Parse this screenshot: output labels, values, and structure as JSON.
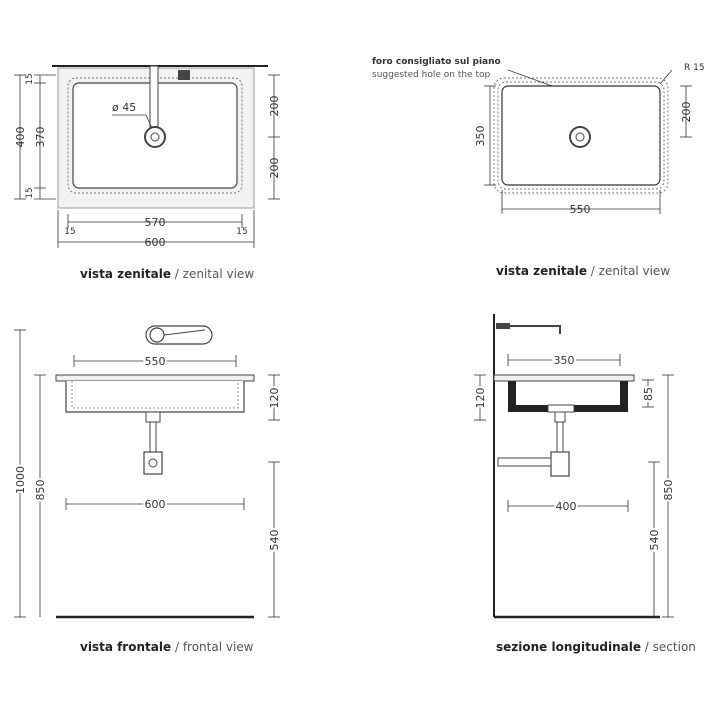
{
  "views": {
    "top_left": {
      "dim_hole_diameter": "ø 45",
      "dim_total_depth": "400",
      "dim_inner_depth": "370",
      "dim_margin_top": "15",
      "dim_margin_bottom": "15",
      "dim_half_upper": "200",
      "dim_half_lower": "200",
      "dim_inner_width": "570",
      "dim_margin_left": "15",
      "dim_margin_right": "15",
      "dim_total_width": "600",
      "caption_it": "vista zenitale",
      "caption_en": "zenital view"
    },
    "top_right": {
      "note_it": "foro consigliato sul piano",
      "note_en": "suggested hole on the top",
      "dim_radius": "R 15",
      "dim_half": "200",
      "dim_depth": "350",
      "dim_width": "550",
      "caption_it": "vista zenitale",
      "caption_en": "zenital view"
    },
    "front": {
      "dim_inner_width": "550",
      "dim_height_bowl": "120",
      "dim_total_height": "1000",
      "dim_top_height": "850",
      "dim_width": "600",
      "dim_floor_height": "540",
      "caption_it": "vista frontale",
      "caption_en": "frontal view"
    },
    "section": {
      "dim_inner_width": "350",
      "dim_bowl_height": "120",
      "dim_inner_height": "85",
      "dim_width": "400",
      "dim_floor_height": "540",
      "dim_top_height": "850",
      "caption_it": "sezione longitudinale",
      "caption_en": "section"
    }
  },
  "caption_separator": "/"
}
